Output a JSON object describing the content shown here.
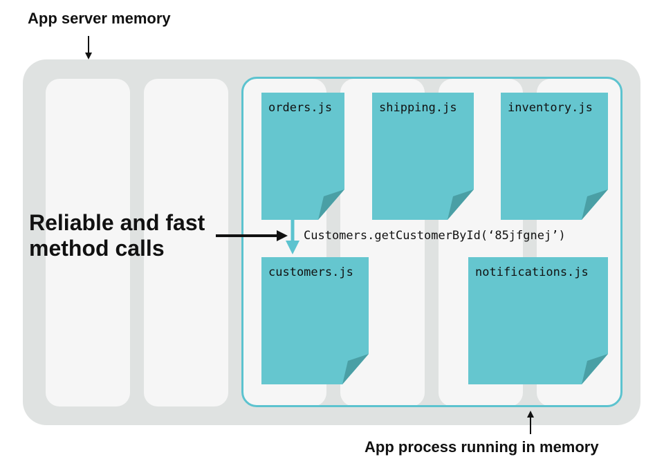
{
  "labels": {
    "server_memory": "App server memory",
    "process": "App process running in memory",
    "lead_line1": "Reliable and fast",
    "lead_line2": "method calls"
  },
  "method_call": "Customers.getCustomerById(‘85jfgnej’)",
  "files": [
    {
      "name": "orders.js"
    },
    {
      "name": "shipping.js"
    },
    {
      "name": "inventory.js"
    },
    {
      "name": "customers.js"
    },
    {
      "name": "notifications.js"
    }
  ],
  "colors": {
    "server_bg": "#dfe2e1",
    "column_bg": "#f6f6f6",
    "process_border": "#5cc3cf",
    "file_fill": "#65c6cf",
    "file_fold": "#4a9fa5",
    "call_arrow": "#5cc3cf",
    "text": "#111111"
  }
}
